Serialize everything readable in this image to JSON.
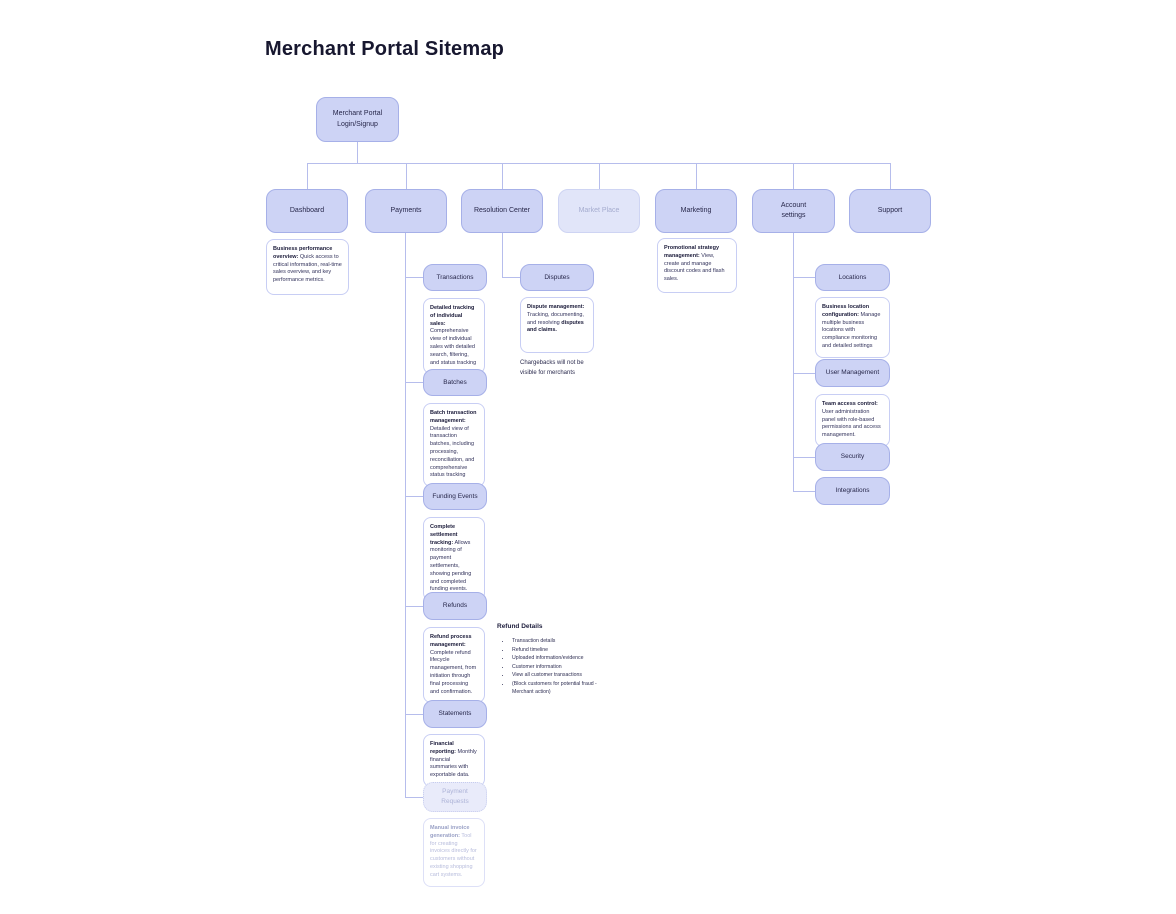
{
  "title": "Merchant Portal Sitemap",
  "colors": {
    "node_fill": "#cdd3f5",
    "node_border": "#a6b0e8",
    "connector": "#b6bdec",
    "text": "#27274a",
    "faded_fill": "#e1e5f9",
    "desc_border": "#c8cef4"
  },
  "root": {
    "label": "Merchant Portal Login/Signup"
  },
  "sections": {
    "dashboard": {
      "label": "Dashboard",
      "desc": {
        "bold": "Business performance overview:",
        "rest": " Quick access to critical information, real-time sales overview, and key performance metrics."
      }
    },
    "payments": {
      "label": "Payments",
      "children": {
        "transactions": {
          "label": "Transactions",
          "desc": {
            "bold": "Detailed tracking of individual sales:",
            "rest": " Comprehensive view of individual sales with detailed search, filtering, and status tracking"
          }
        },
        "batches": {
          "label": "Batches",
          "desc": {
            "bold": "Batch transaction management:",
            "rest": " Detailed view of transaction batches, including processing, reconciliation, and comprehensive status tracking"
          }
        },
        "funding_events": {
          "label": "Funding Events",
          "desc": {
            "bold": "Complete settlement tracking:",
            "rest": " Allows monitoring of payment settlements, showing pending and completed funding events."
          }
        },
        "refunds": {
          "label": "Refunds",
          "desc": {
            "bold": "Refund process management:",
            "rest": " Complete refund lifecycle management, from initiation through final processing and confirmation."
          }
        },
        "statements": {
          "label": "Statements",
          "desc": {
            "bold": "Financial reporting:",
            "rest": " Monthly financial summaries with exportable data."
          }
        },
        "payment_requests": {
          "label": "Payment Requests",
          "desc": {
            "bold": "Manual invoice generation:",
            "rest": " Tool for creating invoices directly for customers without existing shopping cart systems."
          }
        }
      }
    },
    "resolution_center": {
      "label": "Resolution Center",
      "children": {
        "disputes": {
          "label": "Disputes",
          "desc": {
            "bold": "Dispute management:",
            "rest": " Tracking, documenting, and resolving ",
            "bold2": "disputes and claims."
          }
        }
      },
      "note": "Chargebacks will not be visible for merchants"
    },
    "market_place": {
      "label": "Market Place"
    },
    "marketing": {
      "label": "Marketing",
      "desc": {
        "bold": "Promotional strategy management:",
        "rest": " View, create and manage discount codes and flash sales."
      }
    },
    "account_settings": {
      "label": "Account settings",
      "children": {
        "locations": {
          "label": "Locations",
          "desc": {
            "bold": "Business location configuration:",
            "rest": " Manage multiple business locations with compliance monitoring and detailed settings"
          }
        },
        "user_management": {
          "label": "User Management",
          "desc": {
            "bold": "Team access control:",
            "rest": " User administration panel with role-based permissions and access management."
          }
        },
        "security": {
          "label": "Security"
        },
        "integrations": {
          "label": "Integrations"
        }
      }
    },
    "support": {
      "label": "Support"
    }
  },
  "refund_details": {
    "title": "Refund Details",
    "items": [
      "Transaction details",
      "Refund timeline",
      "Uploaded information/evidence",
      "Customer information",
      "View all customer transactions",
      "(Block customers for potential fraud - Merchant action)"
    ]
  }
}
